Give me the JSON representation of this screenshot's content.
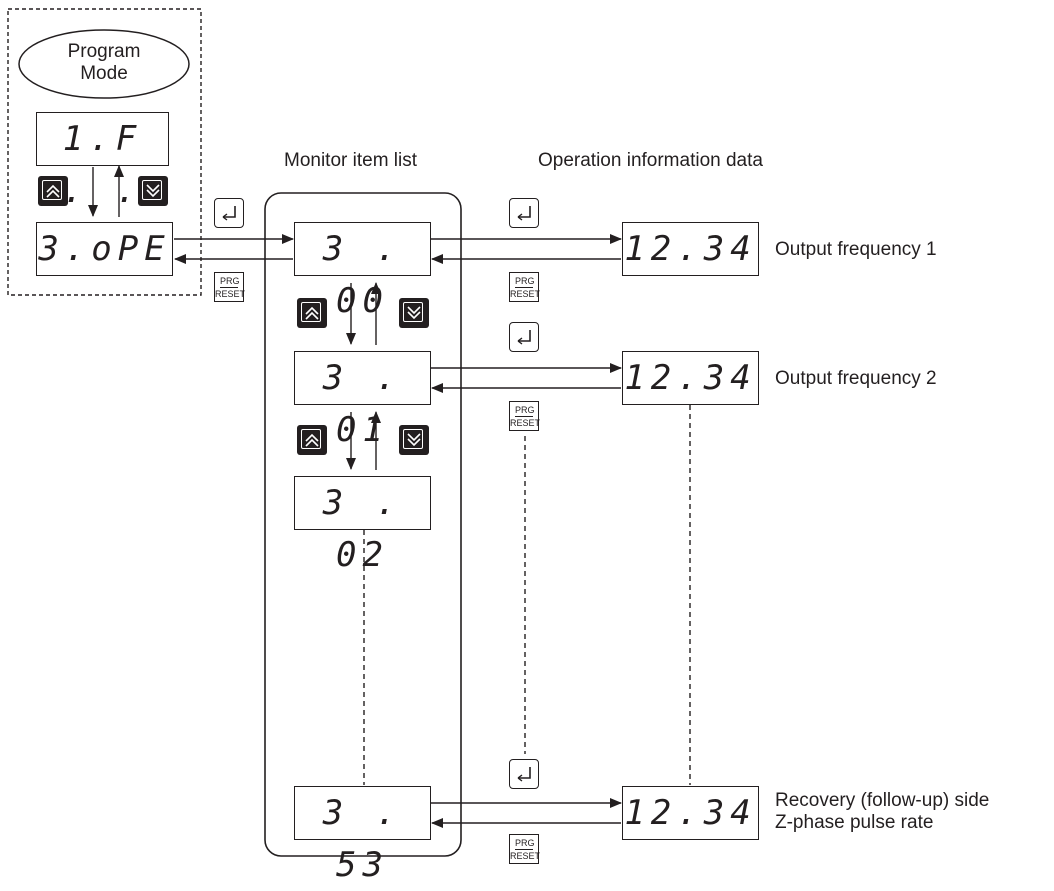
{
  "program_mode": {
    "label_line1": "Program",
    "label_line2": "Mode"
  },
  "headers": {
    "monitor_list": "Monitor item list",
    "operation_data": "Operation information data"
  },
  "left_displays": {
    "top": "1.F . .",
    "bottom": "3.oPE"
  },
  "monitor_items": [
    {
      "code": "3 . 00"
    },
    {
      "code": "3 . 01"
    },
    {
      "code": "3 . 02"
    },
    {
      "code": "3 . 53"
    }
  ],
  "operation_rows": [
    {
      "value": "12.34",
      "label": "Output frequency 1"
    },
    {
      "value": "12.34",
      "label": "Output frequency 2"
    },
    {
      "value": "12.34",
      "label_line1": "Recovery (follow-up) side",
      "label_line2": "Z-phase pulse rate"
    }
  ],
  "keys": {
    "prg_top": "PRG",
    "prg_bottom": "RESET",
    "up_icon": "up-key-icon",
    "down_icon": "down-key-icon",
    "enter_icon": "enter-key-icon"
  }
}
